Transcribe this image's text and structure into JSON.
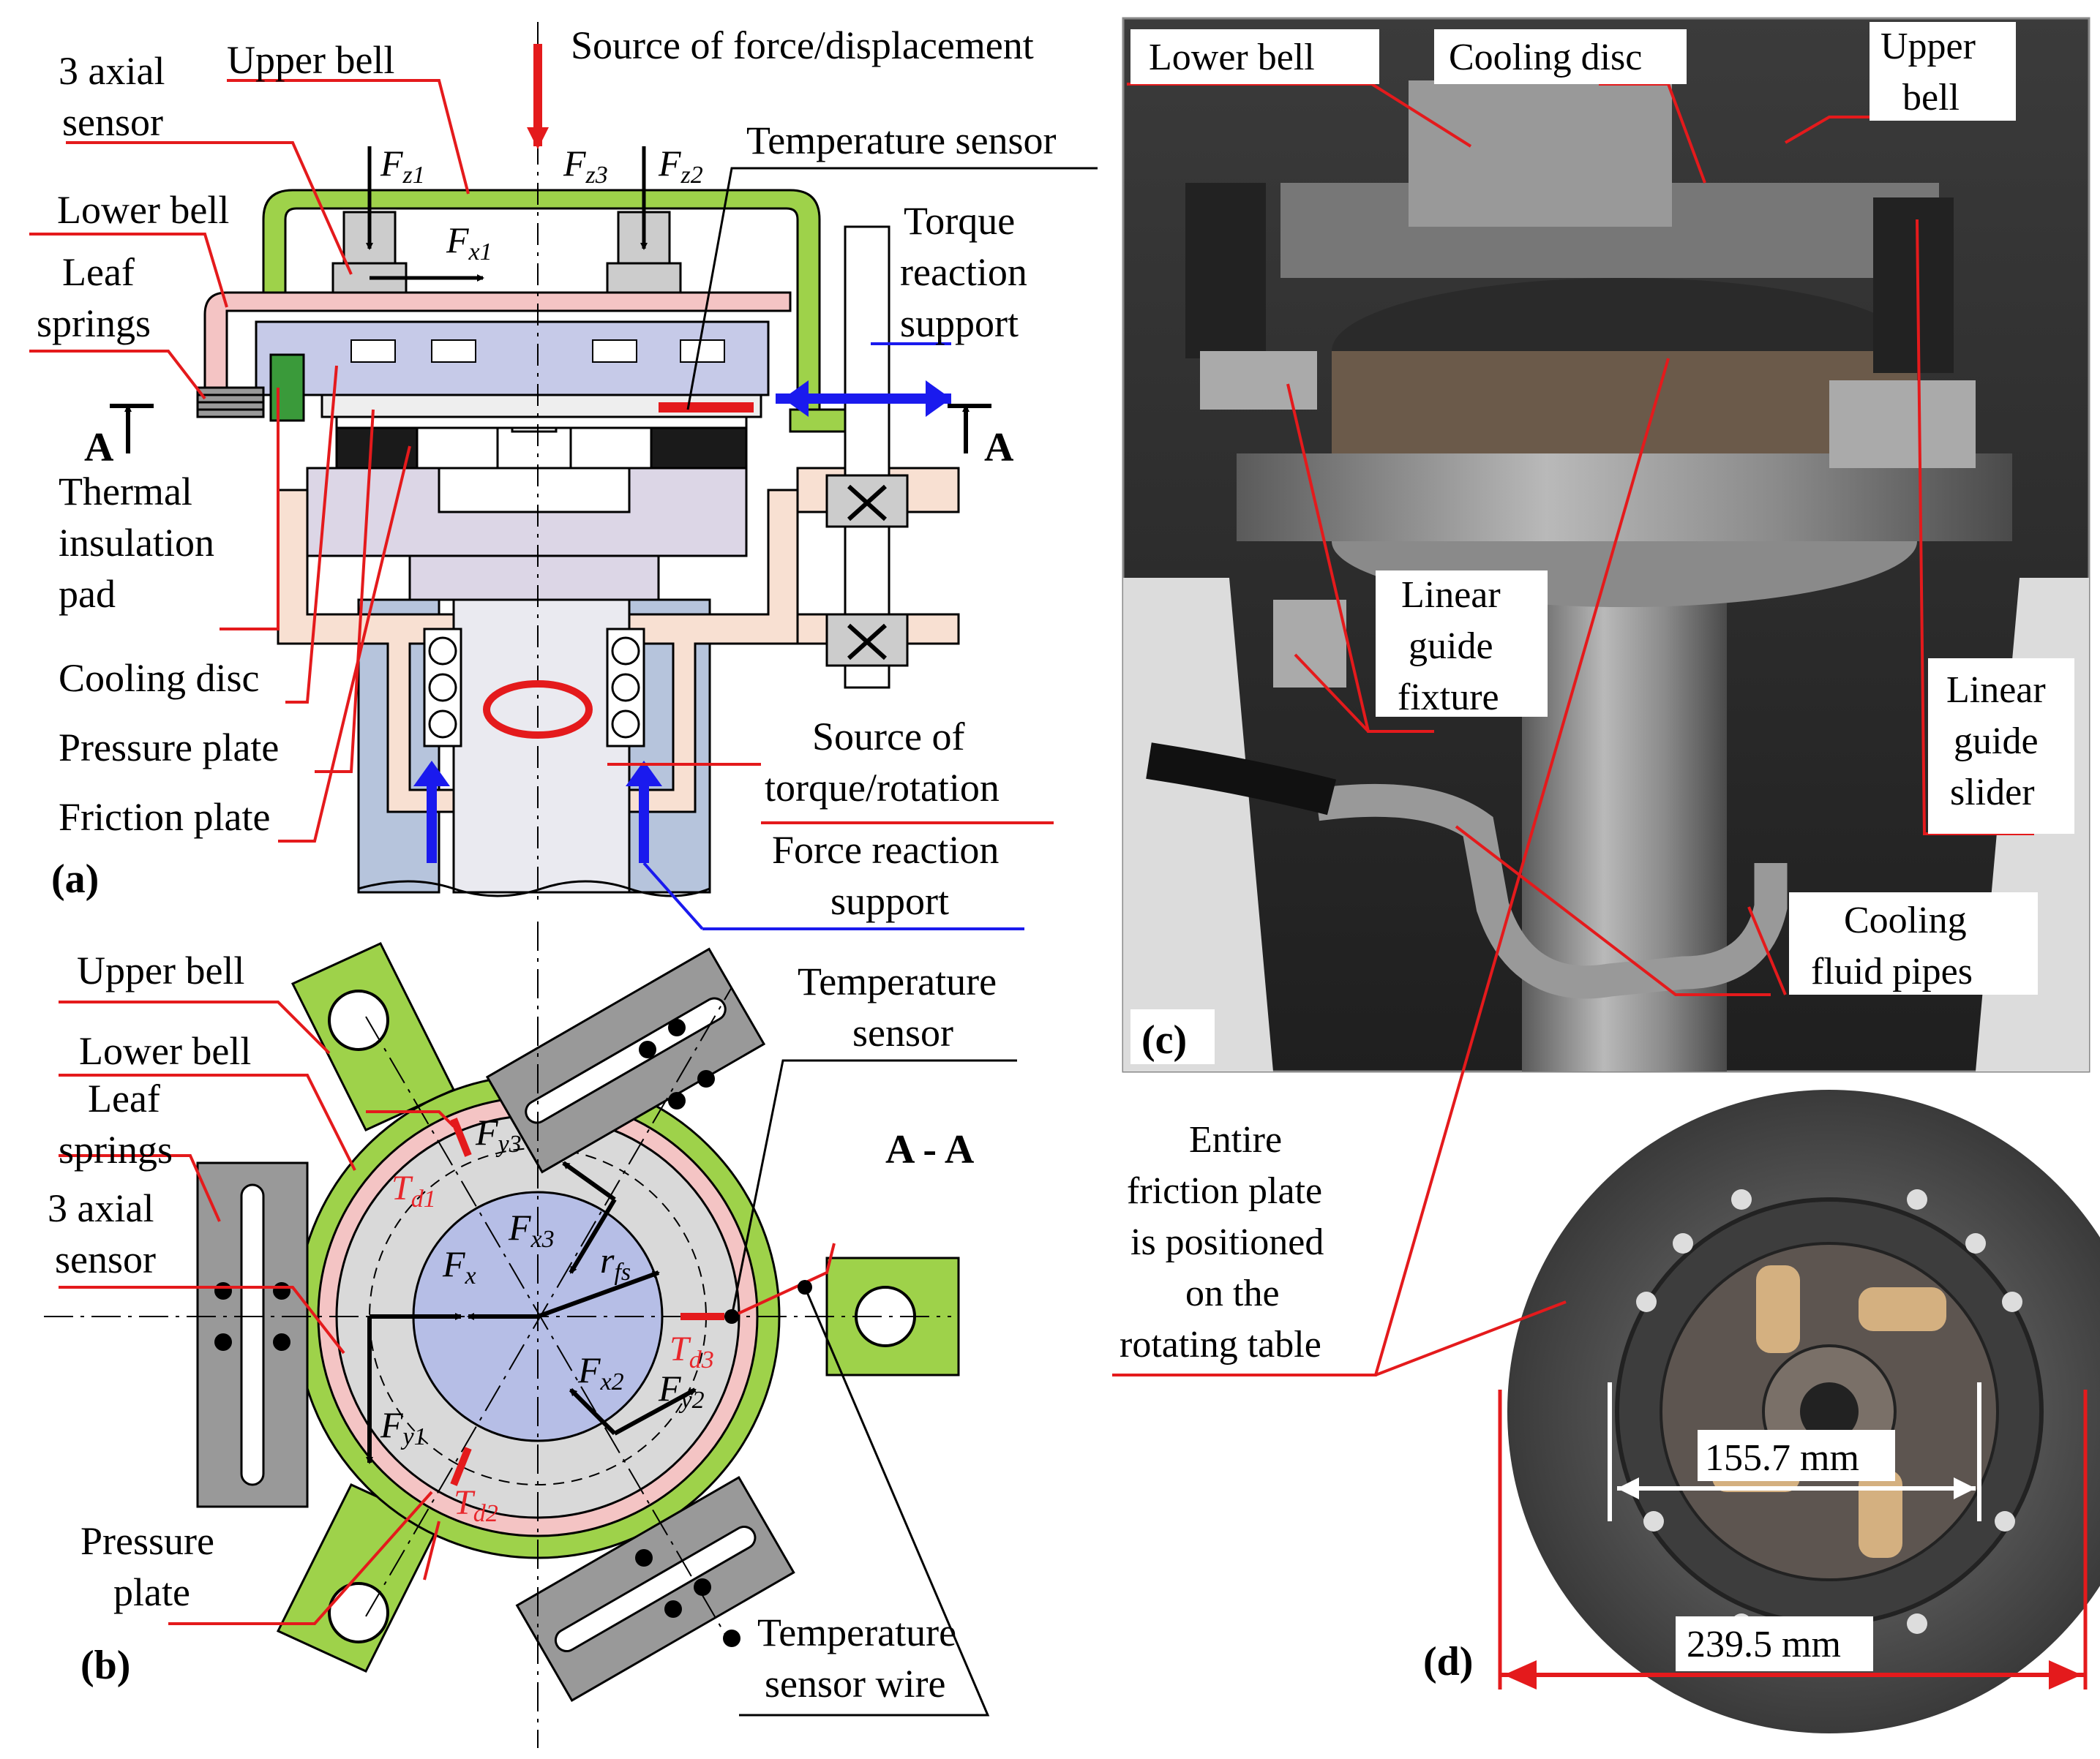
{
  "panel_a": {
    "tag": "(a)",
    "labels": {
      "upper_bell": "Upper bell",
      "three_axial_l1": "3 axial",
      "three_axial_l2": "sensor",
      "lower_bell": "Lower bell",
      "leaf_l1": "Leaf",
      "leaf_l2": "springs",
      "thermal_l1": "Thermal",
      "thermal_l2": "insulation",
      "thermal_l3": "pad",
      "cooling_disc": "Cooling disc",
      "pressure_plate": "Pressure plate",
      "friction_plate": "Friction plate",
      "source_force": "Source of force/displacement",
      "temp_sensor": "Temperature sensor",
      "torque_l1": "Torque",
      "torque_l2": "reaction",
      "torque_l3": "support",
      "source_torque_l1": "Source of",
      "source_torque_l2": "torque/rotation",
      "force_reaction_l1": "Force reaction",
      "force_reaction_l2": "support",
      "section_a": "A"
    },
    "symbols": {
      "F": "F",
      "fz1": "z1",
      "fz2": "z2",
      "fz3": "z3",
      "fx1": "x1"
    }
  },
  "panel_b": {
    "tag": "(b)",
    "section": "A - A",
    "labels": {
      "upper_bell": "Upper bell",
      "lower_bell": "Lower bell",
      "leaf_l1": "Leaf",
      "leaf_l2": "springs",
      "three_axial_l1": "3 axial",
      "three_axial_l2": "sensor",
      "pressure_l1": "Pressure",
      "pressure_l2": "plate",
      "temp_l1": "Temperature",
      "temp_l2": "sensor",
      "wire_l1": "Temperature",
      "wire_l2": "sensor wire"
    },
    "symbols": {
      "F": "F",
      "T": "T",
      "r": "r",
      "fy3": "y3",
      "fx3": "x3",
      "fx": "x",
      "rfs": "fs",
      "td1": "d1",
      "td2": "d2",
      "td3": "d3",
      "fx2": "x2",
      "fy2": "y2",
      "fy1": "y1"
    }
  },
  "panel_c": {
    "tag": "(c)",
    "labels": {
      "lower_bell": "Lower bell",
      "cooling_disc": "Cooling disc",
      "upper_l1": "Upper",
      "upper_l2": "bell",
      "lg_fixture_l1": "Linear",
      "lg_fixture_l2": "guide",
      "lg_fixture_l3": "fixture",
      "lg_slider_l1": "Linear",
      "lg_slider_l2": "guide",
      "lg_slider_l3": "slider",
      "pipes_l1": "Cooling",
      "pipes_l2": "fluid pipes"
    }
  },
  "panel_d": {
    "tag": "(d)",
    "caption_l1": "Entire",
    "caption_l2": "friction plate",
    "caption_l3": "is positioned",
    "caption_l4": "on the",
    "caption_l5": "rotating table",
    "inner_dim": "155.7 mm",
    "outer_dim": "239.5 mm"
  },
  "colors": {
    "upper_bell": "#9ed24a",
    "lower_bell": "#f4c4c4",
    "cooling_disc": "#c6cae8",
    "friction": "#1a1a1a",
    "hub": "#dcd6e6",
    "housing": "#f8e0d2",
    "column": "#b6c4dc",
    "leader_red": "#e41a1c",
    "leader_blue": "#1a1aee"
  }
}
